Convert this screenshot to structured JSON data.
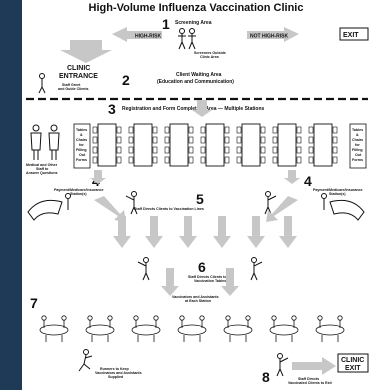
{
  "title": "High-Volume Influenza Vaccination Clinic",
  "sections": [
    {
      "number": "1",
      "label": "Screening Area"
    },
    {
      "number": "2",
      "label": "Client Waiting Area\n(Education and Communication)"
    },
    {
      "number": "3",
      "label": "Registration and Form Completion Area — Multiple Stations"
    },
    {
      "number": "4",
      "label": "Payment/Medicare/Insurance\nStation(s)"
    },
    {
      "number": "4",
      "label": "Payment/Medicare/Insurance\nStation(s)"
    },
    {
      "number": "5",
      "label": "Staff Directs Clients to Vaccination Lines"
    },
    {
      "number": "6",
      "label": "Staff Directs Clients to\nVaccination Tables"
    },
    {
      "number": "7",
      "label": ""
    },
    {
      "number": "8",
      "label": "Staff Directs\nVaccinated Clients to Exit"
    }
  ],
  "screening": {
    "high_risk": "HIGH-RISK",
    "not_high_risk": "NOT HIGH-RISK",
    "screeners": "Screeners Outside\nClinic Area",
    "exit_sign": "EXIT"
  },
  "entrance": {
    "sign": "CLINIC\nENTRANCE",
    "caption": "Staff Greet\nand Guide Clients"
  },
  "registration": {
    "table_note": "Tables\n&\nChairs\nfor\nFilling\nOut\nForms",
    "staff_note": "Medical and Other\nStaff to\nAnswer Questions"
  },
  "vaccinators": "Vaccinators and Assistants\nat Each Station",
  "runners": "Runners to Keep\nVaccinators and Assistants\nSupplied",
  "exit_sign": "CLINIC\nEXIT",
  "colors": {
    "frame": "#1f3a57",
    "arrow": "#c7c7c7",
    "ink": "#111111"
  }
}
